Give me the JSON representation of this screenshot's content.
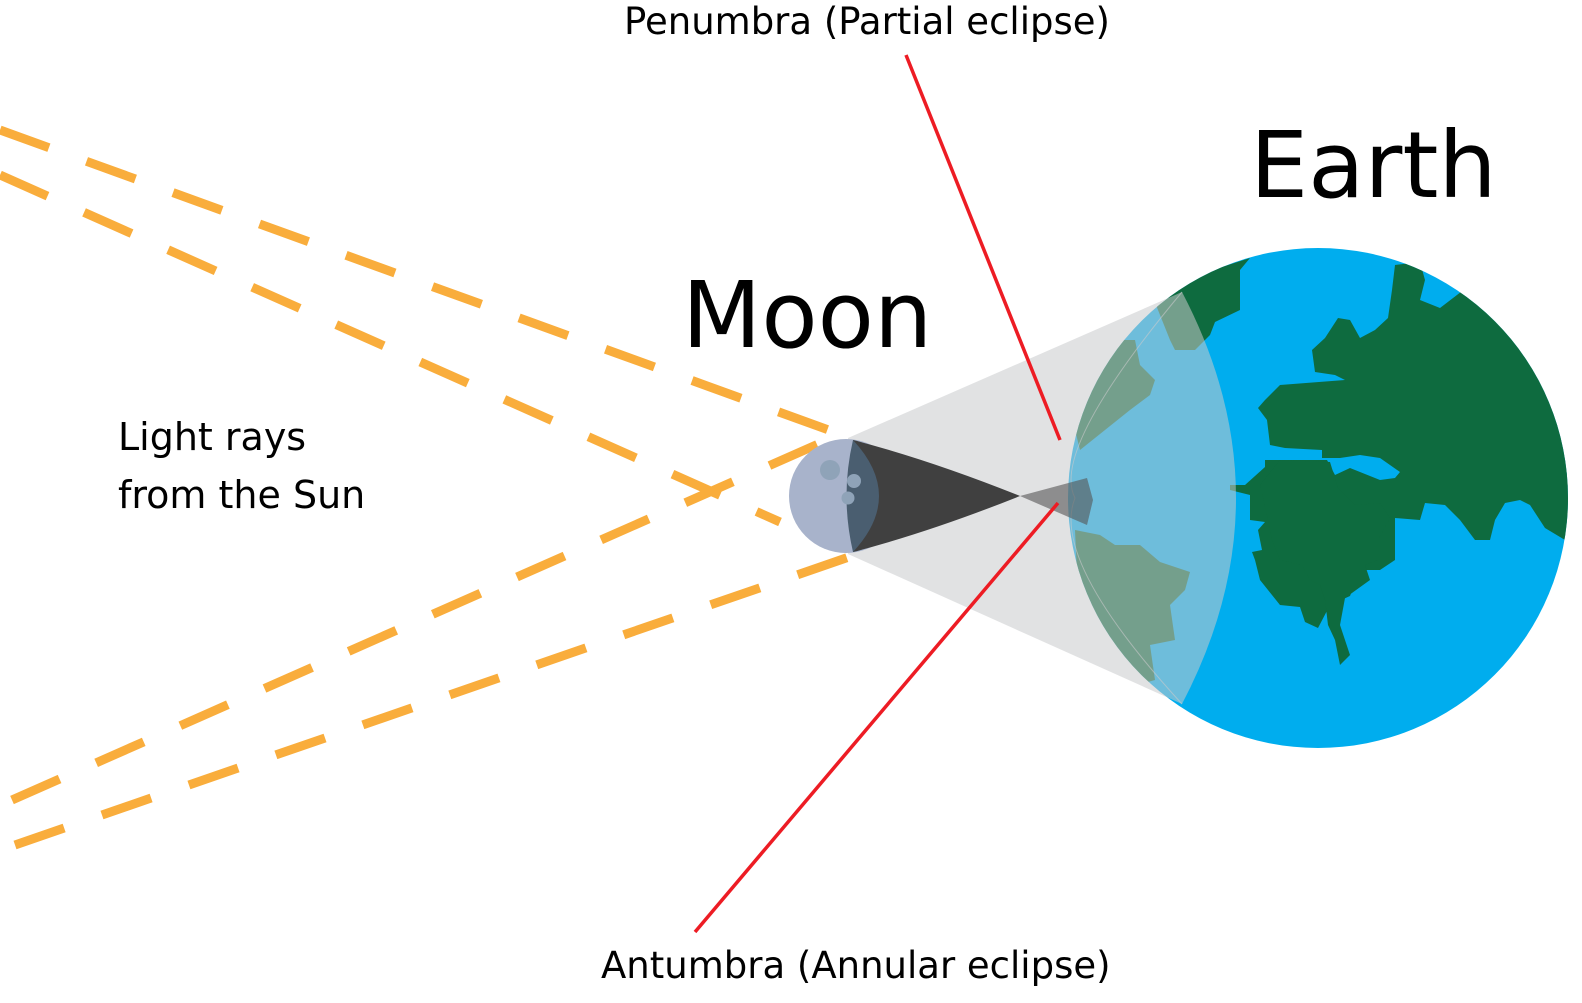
{
  "labels": {
    "penumbra": "Penumbra (Partial eclipse)",
    "antumbra": "Antumbra (Annular eclipse)",
    "moon": "Moon",
    "earth": "Earth",
    "light_rays_line1": "Light rays",
    "light_rays_line2": "from the Sun"
  },
  "colors": {
    "light_rays": "#f9ad3c",
    "pointer_lines": "#ed1c24",
    "ocean": "#00adee",
    "land": "#0e6b3f",
    "moon_lit": "#a8b3cb",
    "moon_dark": "#4a5e70",
    "umbra": "#404040",
    "penumbra": "#c9cacc"
  }
}
